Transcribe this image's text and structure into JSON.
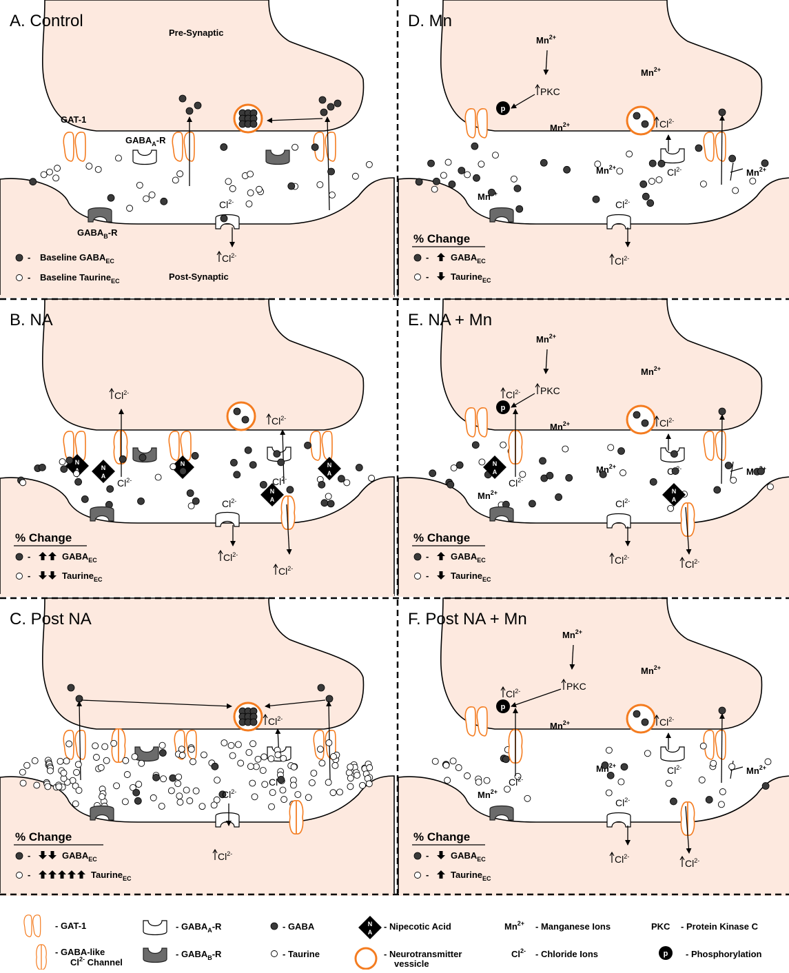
{
  "panels": [
    {
      "id": "A",
      "letter": "A.",
      "name": "Control",
      "pre_label": "Pre-Synaptic",
      "post_label": "Post-Synaptic",
      "gat1": "GAT-1",
      "gabaa": "GABAA-R",
      "gabab": "GABAB-R",
      "key_gaba": "Baseline GABA",
      "key_taurine": "Baseline Taurine",
      "sub_ec": "EC",
      "cl": "Cl",
      "cl_sup": "2-"
    },
    {
      "id": "B",
      "letter": "B.",
      "name": "NA",
      "pct_change": "% Change",
      "key_gaba": "GABA",
      "key_taurine": "Taurine",
      "sub_ec": "EC",
      "gaba_arrows": "up2",
      "taurine_arrows": "down2"
    },
    {
      "id": "C",
      "letter": "C.",
      "name": "Post NA",
      "pct_change": "% Change",
      "key_gaba": "GABA",
      "key_taurine": "Taurine",
      "sub_ec": "EC",
      "gaba_arrows": "down2",
      "taurine_arrows": "up5"
    },
    {
      "id": "D",
      "letter": "D.",
      "name": "Mn",
      "pct_change": "% Change",
      "key_gaba": "GABA",
      "key_taurine": "Taurine",
      "sub_ec": "EC",
      "gaba_arrows": "up1",
      "taurine_arrows": "down1",
      "pkc": "PKC",
      "mn": "Mn",
      "mn_sup": "2+",
      "p": "p"
    },
    {
      "id": "E",
      "letter": "E.",
      "name": "NA + Mn",
      "pct_change": "% Change",
      "key_gaba": "GABA",
      "key_taurine": "Taurine",
      "sub_ec": "EC",
      "gaba_arrows": "up1",
      "taurine_arrows": "down1",
      "pkc": "PKC",
      "mn": "Mn",
      "mn_sup": "2+",
      "p": "p"
    },
    {
      "id": "F",
      "letter": "F.",
      "name": "Post NA + Mn",
      "pct_change": "% Change",
      "key_gaba": "GABA",
      "key_taurine": "Taurine",
      "sub_ec": "EC",
      "gaba_arrows": "down1",
      "taurine_arrows": "up1",
      "pkc": "PKC",
      "mn": "Mn",
      "mn_sup": "2+",
      "p": "p"
    }
  ],
  "na_symbol": {
    "n": "N",
    "a": "A"
  },
  "legend": {
    "gat1": "GAT-1",
    "gaba_like_1": "GABA-like",
    "gaba_like_2": "Cl",
    "gaba_like_2_sup": "2-",
    "gaba_like_3": " Channel",
    "gabaa": "GABA",
    "gabaa_sub": "A",
    "gabab": "GABA",
    "gabab_sub": "B",
    "gabar_suffix": "-R",
    "gaba": "GABA",
    "taurine": "Taurine",
    "nipecotic": "Nipecotic Acid",
    "vesicle_1": "Neurotransmitter",
    "vesicle_2": "vessicle",
    "mn_key": "Mn",
    "mn_sup": "2+",
    "mn": "Manganese Ions",
    "cl_key": "Cl",
    "cl_sup": "2-",
    "cl": "Chloride Ions",
    "pkc_key": "PKC",
    "pkc": "Protein Kinase C",
    "phos": "Phosphorylation",
    "dash": "-"
  },
  "colors": {
    "cell": "#fde9df",
    "gat": "#f47c20",
    "vesicle": "#f47c20",
    "receptor_b": "#6b6b6b",
    "dot": "#3a3a3a"
  }
}
